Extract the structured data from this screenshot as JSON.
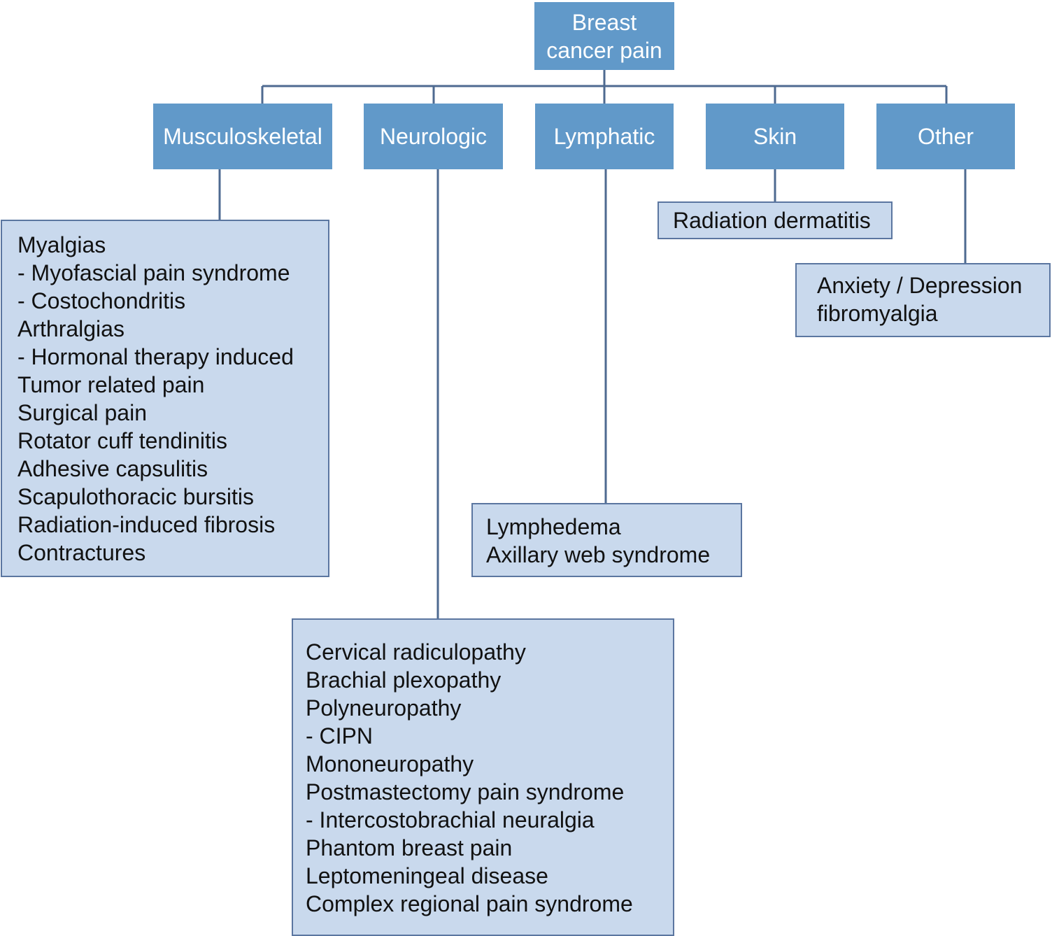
{
  "root": {
    "lines": [
      "Breast",
      "cancer pain"
    ]
  },
  "categories": [
    {
      "label": "Musculoskeletal"
    },
    {
      "label": "Neurologic"
    },
    {
      "label": "Lymphatic"
    },
    {
      "label": "Skin"
    },
    {
      "label": "Other"
    }
  ],
  "details": {
    "musculoskeletal": [
      "Myalgias",
      "- Myofascial pain syndrome",
      "- Costochondritis",
      "Arthralgias",
      "- Hormonal therapy induced",
      "Tumor related pain",
      "Surgical pain",
      "Rotator cuff tendinitis",
      "Adhesive capsulitis",
      "Scapulothoracic bursitis",
      "Radiation-induced fibrosis",
      "Contractures"
    ],
    "neurologic": [
      "Cervical radiculopathy",
      "Brachial plexopathy",
      "Polyneuropathy",
      "- CIPN",
      "Mononeuropathy",
      "Postmastectomy pain syndrome",
      "- Intercostobrachial neuralgia",
      "Phantom breast pain",
      "Leptomeningeal disease",
      "Complex regional pain syndrome"
    ],
    "lymphatic": [
      "Lymphedema",
      "Axillary web syndrome"
    ],
    "skin": [
      "Radiation dermatitis"
    ],
    "other": [
      "Anxiety / Depression",
      "fibromyalgia"
    ]
  },
  "colors": {
    "category_fill": "#6199c9",
    "detail_fill": "#c9d9ed",
    "connector": "#4e6a90"
  }
}
